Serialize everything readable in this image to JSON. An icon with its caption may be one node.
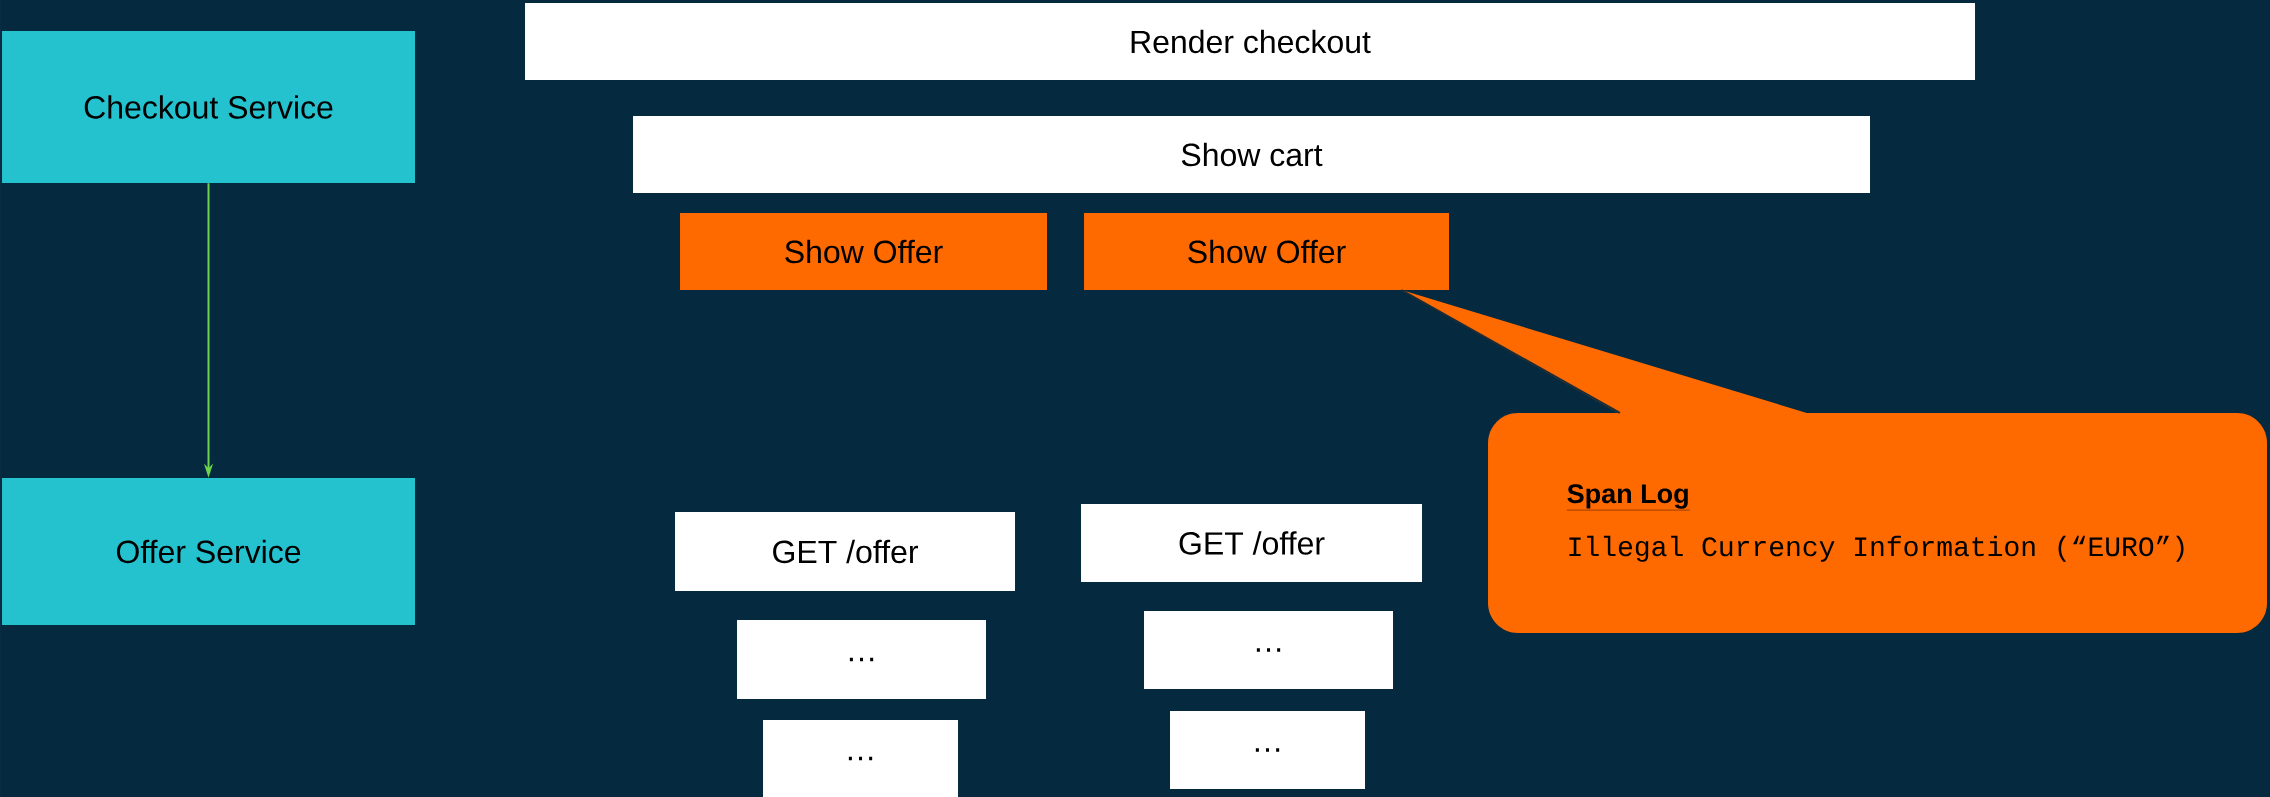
{
  "diagram": {
    "nodes": [
      {
        "text": [
          "Checkout Service"
        ]
      },
      {
        "text": [
          "Offer Service"
        ]
      },
      {
        "text": [
          "Render checkout"
        ]
      },
      {
        "text": [
          "Show cart"
        ]
      },
      {
        "text": [
          "Show Offer"
        ]
      },
      {
        "text": [
          "Show Offer"
        ]
      },
      {
        "text": [
          "GET /offer"
        ]
      },
      {
        "text": [
          "GET /offer"
        ]
      },
      {
        "text": [
          "…"
        ]
      },
      {
        "text": [
          "…"
        ]
      },
      {
        "text": [
          "…"
        ]
      },
      {
        "text": [
          "…"
        ]
      },
      {
        "text": [
          "Span Log",
          "Illegal Currency Information (“EURO”)"
        ]
      }
    ],
    "edges": [
      {
        "from": 0,
        "to": 1,
        "arrow": "to",
        "color": "#6dd24f"
      },
      {
        "from": 12,
        "to": 5,
        "arrow": "none",
        "color": "#1c2c36"
      }
    ]
  }
}
